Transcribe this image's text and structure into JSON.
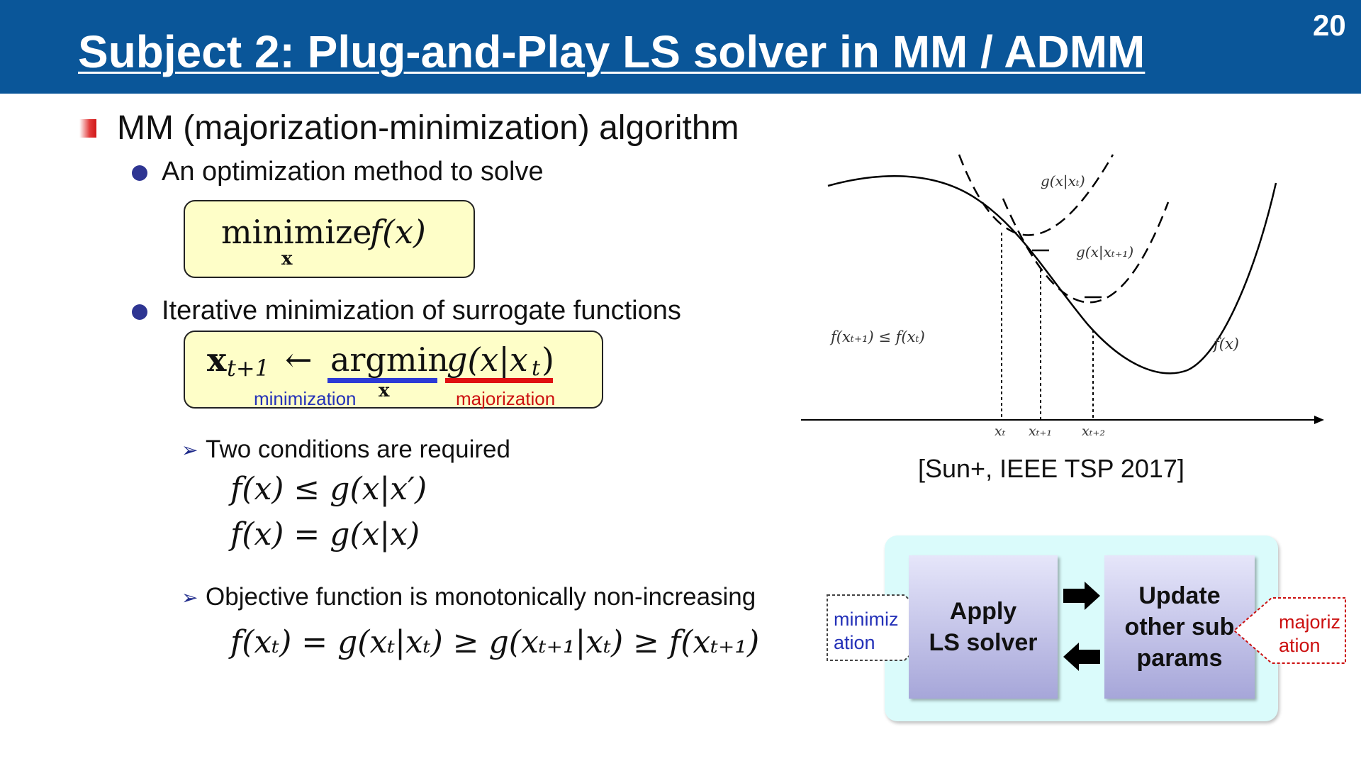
{
  "header": {
    "title": "Subject 2: Plug-and-Play LS solver in MM / ADMM",
    "page_number": "20"
  },
  "bullets": {
    "main": "MM (majorization-minimization) algorithm",
    "sub1": "An optimization method to solve",
    "sub2": "Iterative minimization of surrogate functions",
    "cond_title": "Two conditions are required",
    "mono_title": "Objective function is monotonically non-increasing"
  },
  "equations": {
    "minimize_word": "minimize",
    "minimize_sub": "x",
    "minimize_rhs": "f(x)",
    "update_lhs": "x",
    "update_lhs_sub": "t+1",
    "update_arrow": "←",
    "update_argmin": "argmin",
    "update_argmin_sub": "x",
    "update_g": "g(x|x",
    "update_g_sub": "t",
    "update_g_close": ")",
    "label_min": "minimization",
    "label_maj": "majorization",
    "cond1": "f(x) ≤ g(x|x′)",
    "cond2": "f(x) = g(x|x)",
    "mono": "f(xₜ) = g(xₜ|xₜ) ≥ g(xₜ₊₁|xₜ) ≥ f(xₜ₊₁)"
  },
  "figure": {
    "g_t_label": "g(x|xₜ)",
    "g_t1_label": "g(x|xₜ₊₁)",
    "ineq_label": "f(xₜ₊₁) ≤ f(xₜ)",
    "f_label": "f(x)",
    "xt": "xₜ",
    "xt1": "xₜ₊₁",
    "xt2": "xₜ₊₂",
    "citation": "[Sun+, IEEE TSP 2017]"
  },
  "diagram": {
    "left_tag_line1": "minimiz",
    "left_tag_line2": "ation",
    "box1_line1": "Apply",
    "box1_line2": "LS solver",
    "box2_line1": "Update",
    "box2_line2": "other sub",
    "box2_line3": "params",
    "right_tag_line1": "majoriz",
    "right_tag_line2": "ation",
    "colors": {
      "minimization": "#2431b8",
      "majorization": "#cc1010",
      "box_top": "#e6e6fa",
      "box_bottom": "#a6a6d9",
      "panel": "#dafbfb"
    }
  },
  "colors": {
    "header": "#0a5699",
    "bullet_dot": "#2e3592",
    "math_box": "#fefec8"
  }
}
